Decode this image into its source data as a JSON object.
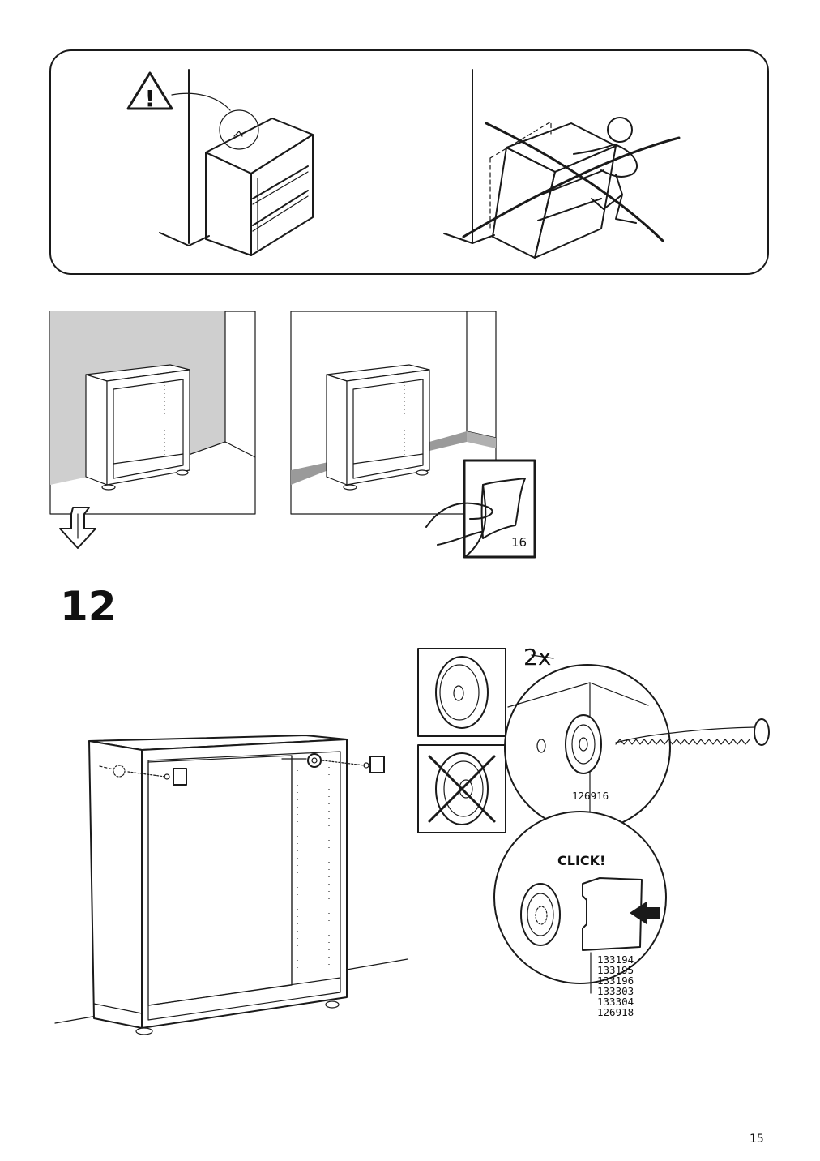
{
  "warning_panel": {
    "warning_symbol": "!"
  },
  "step": {
    "number": "12"
  },
  "refer_page": {
    "number": "16"
  },
  "detail": {
    "quantity": "2x",
    "screw_part_number": "126916",
    "click_label": "CLICK!",
    "fitting_part_numbers": [
      "133194",
      "133195",
      "133196",
      "133303",
      "133304",
      "126918"
    ]
  },
  "footer": {
    "page_number": "15"
  }
}
